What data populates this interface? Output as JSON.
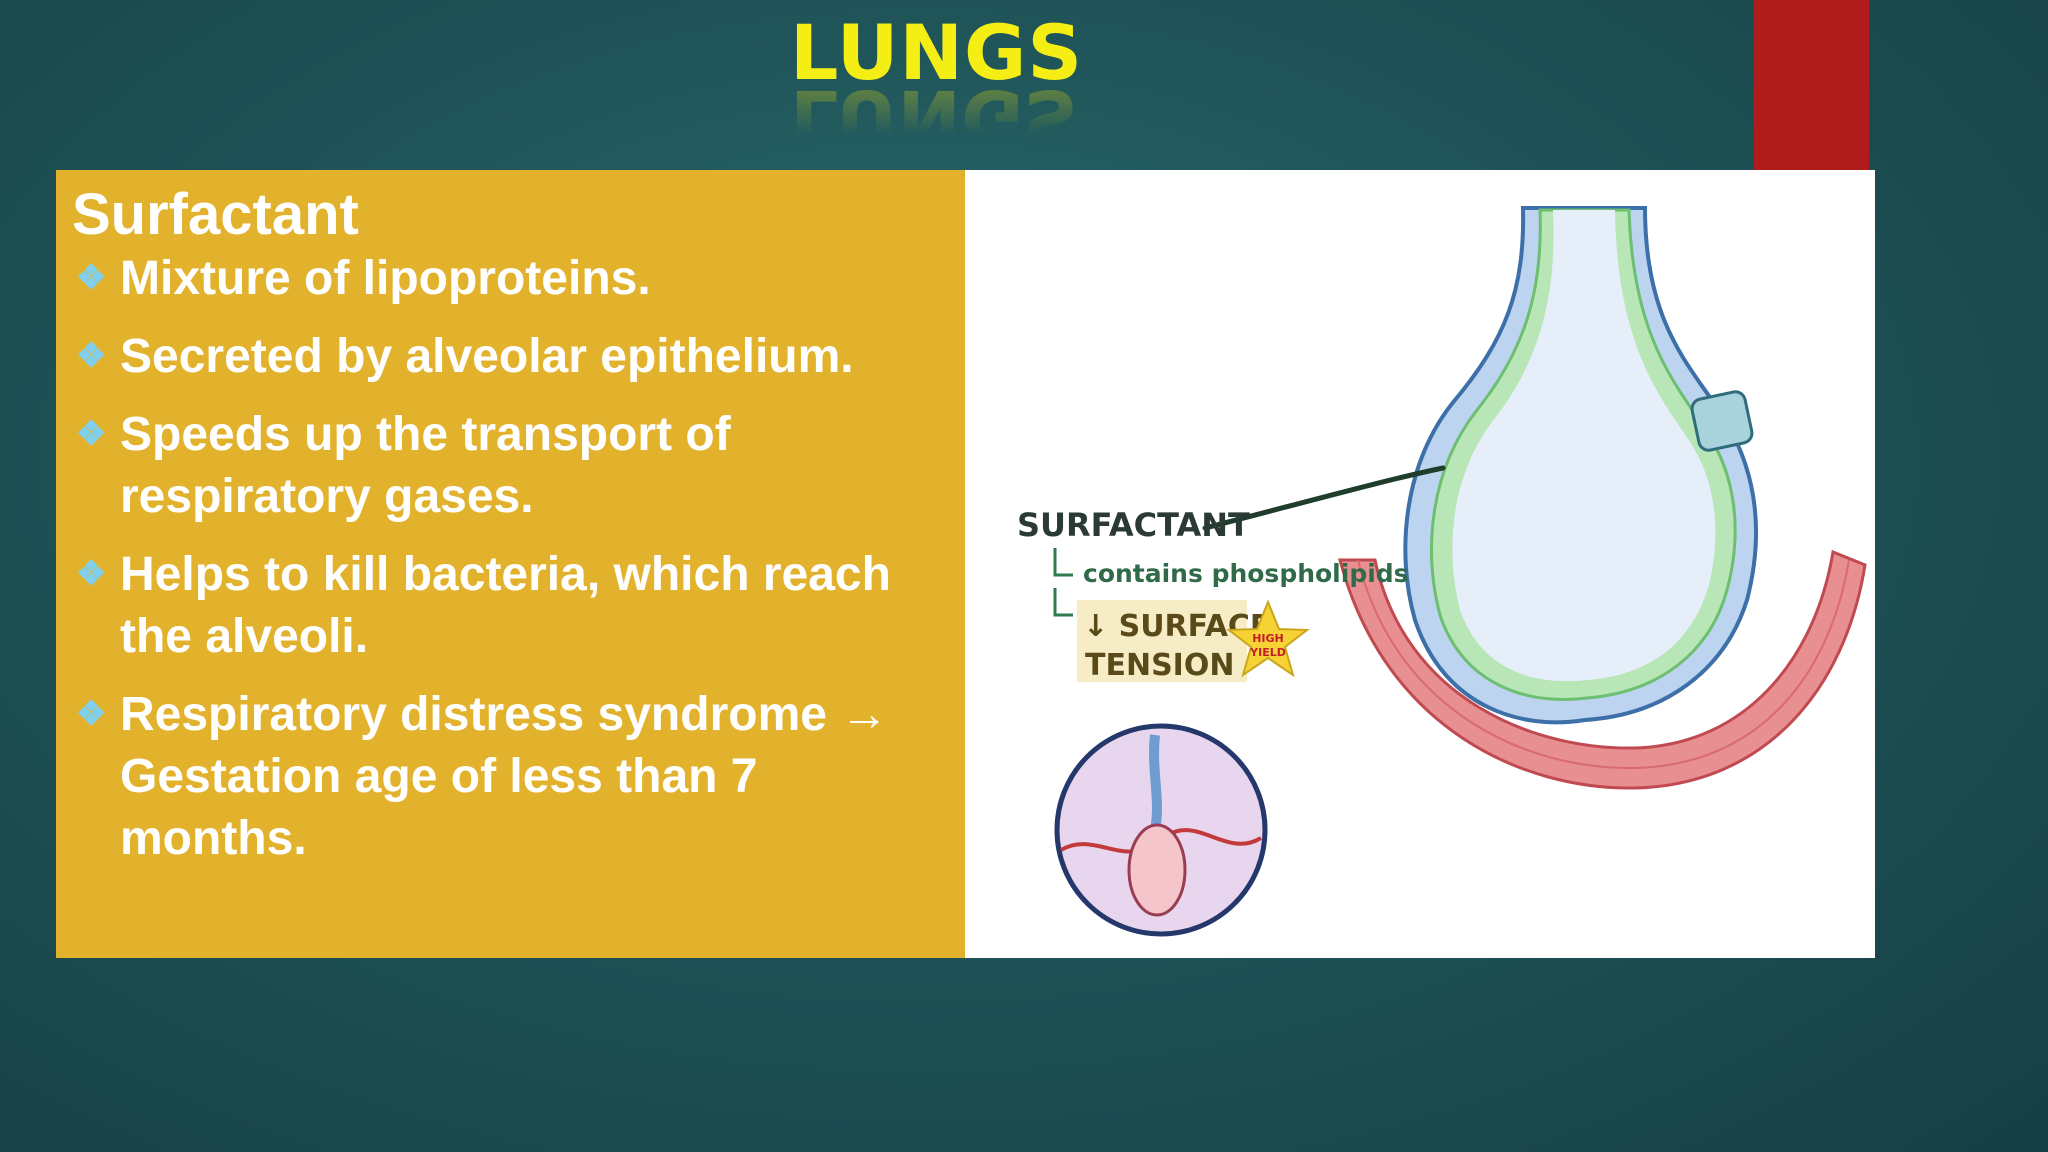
{
  "slide": {
    "title": "LUNGS",
    "colors": {
      "title": "#f4ee14",
      "panel": "#e3b22d",
      "accent_bar": "#b01b1b",
      "bullet_icon": "#7fd0ee"
    }
  },
  "content": {
    "heading": "Surfactant",
    "bullet_icon": "four-diamond-bullet-icon",
    "bullets": [
      "Mixture of lipoproteins.",
      "Secreted by alveolar epithelium.",
      "Speeds up the transport of respiratory gases.",
      "Helps to kill bacteria, which reach the alveoli.",
      "Respiratory distress syndrome  → Gestation age of less than 7 months."
    ]
  },
  "illustration": {
    "label_surfactant": "SURFACTANT",
    "label_contains": "contains phospholipids",
    "label_tension_1": "↓ SURFACE",
    "label_tension_2": "TENSION",
    "badge_1": "HIGH",
    "badge_2": "YIELD"
  }
}
